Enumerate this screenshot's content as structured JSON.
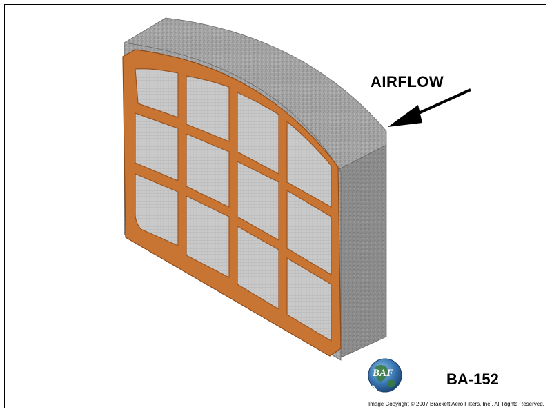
{
  "diagram": {
    "airflow_label": "AIRFLOW",
    "part_number": "BA-152"
  },
  "footer": {
    "copyright": "Image Copyright © 2007 Brackett Aero Filters, Inc.. All Rights Reserved."
  },
  "logo": {
    "text": "BAF"
  },
  "colors": {
    "frame_copper": "#C87533",
    "frame_copper_dark": "#9A5420",
    "foam_gray": "#9A9A9A",
    "mesh_gray": "#C8C8C8",
    "arrow": "#000000"
  }
}
